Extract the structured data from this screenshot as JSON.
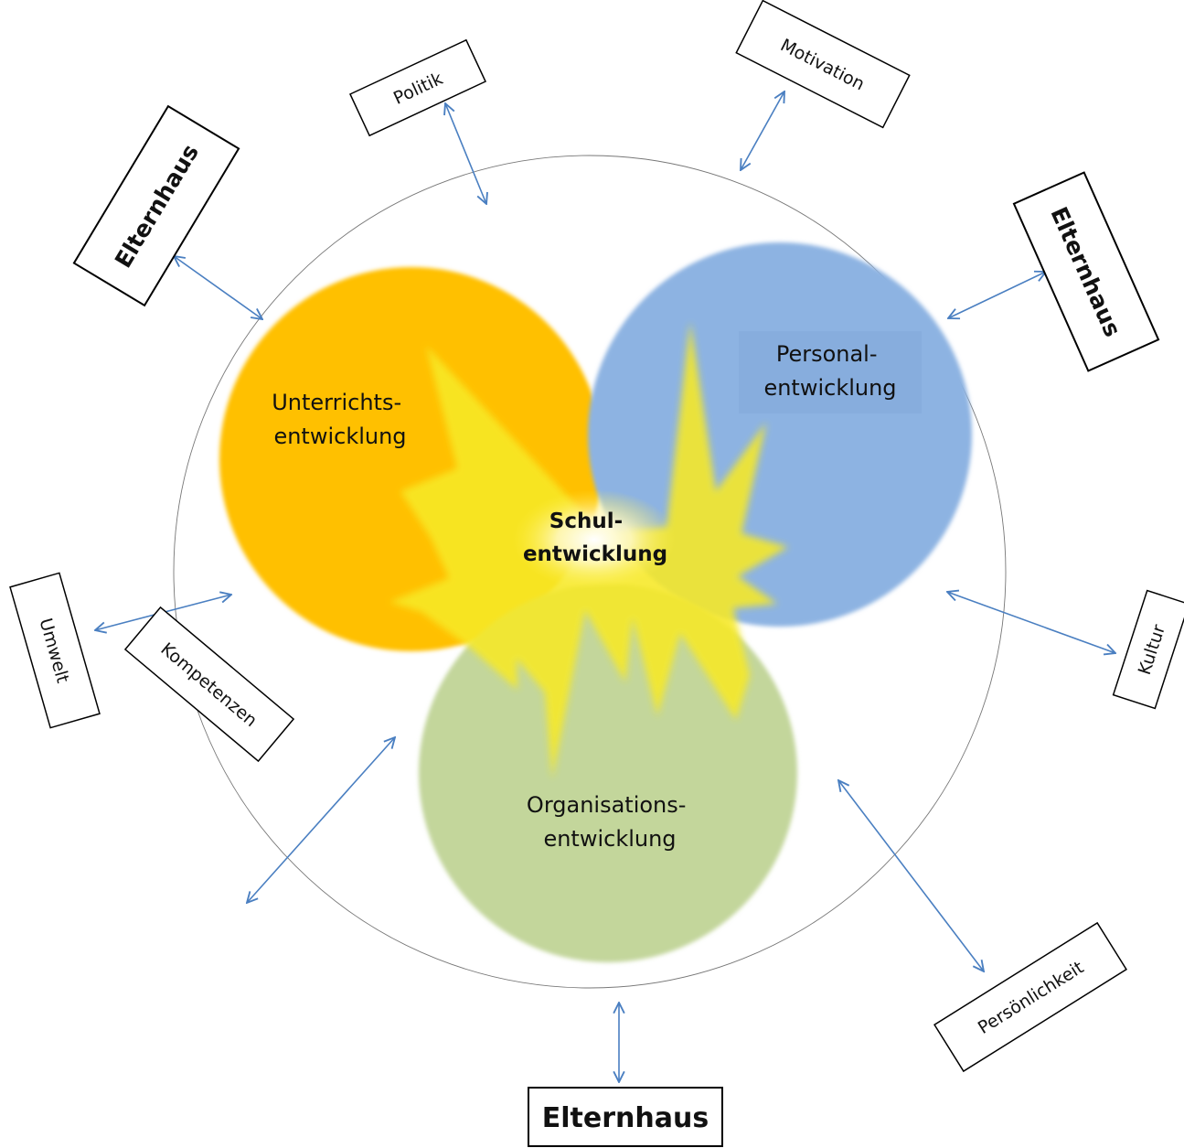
{
  "diagram": {
    "center": {
      "line1": "Schul-",
      "line2": "entwicklung"
    },
    "circles": {
      "unterricht": {
        "line1": "Unterrichts-",
        "line2": "entwicklung",
        "color": "#ffc000"
      },
      "personal": {
        "line1": "Personal-",
        "line2": "entwicklung",
        "color": "#8db3e2"
      },
      "organisation": {
        "line1": "Organisations-",
        "line2": "entwicklung",
        "color": "#c3d69b"
      }
    },
    "star_color": "#ffe800",
    "arrow_color": "#4a7fc1",
    "factors": {
      "politik": "Politik",
      "motivation": "Motivation",
      "elternhaus_top_left": "Elternhaus",
      "elternhaus_top_right": "Elternhaus",
      "umwelt": "Umwelt",
      "kultur": "Kultur",
      "kompetenzen": "Kompetenzen",
      "persoenlichkeit": "Persönlichkeit",
      "elternhaus_bottom": "Elternhaus"
    }
  }
}
